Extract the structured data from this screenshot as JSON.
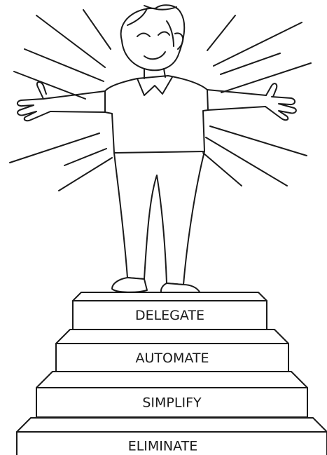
{
  "steps": [
    {
      "label": "DELEGATE"
    },
    {
      "label": "AUTOMATE"
    },
    {
      "label": "SIMPLIFY"
    },
    {
      "label": "ELIMINATE"
    }
  ],
  "figure": {
    "icon": "person-on-podium-icon",
    "rays_icon": "radiance-lines-icon"
  },
  "colors": {
    "ink": "#1a1a1a",
    "background": "#ffffff"
  }
}
